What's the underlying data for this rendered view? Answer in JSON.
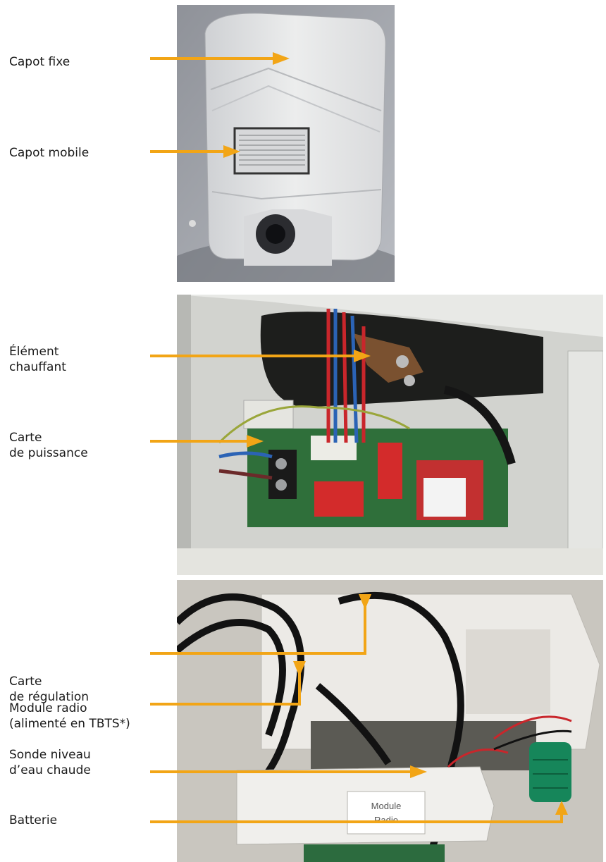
{
  "colors": {
    "arrow": "#f2a516"
  },
  "labels": {
    "capot_fixe": "Capot fixe",
    "capot_mobile": "Capot mobile",
    "element_chauffant": "Élément\nchauffant",
    "carte_puissance": "Carte\nde puissance",
    "carte_regulation": "Carte\nde régulation",
    "module_radio": "Module radio\n(alimenté en TBTS*)",
    "sonde_niveau": "Sonde niveau\nd’eau chaude",
    "batterie": "Batterie"
  },
  "photos": {
    "radio_sticker_line1": "Module",
    "radio_sticker_line2": "Radio"
  }
}
